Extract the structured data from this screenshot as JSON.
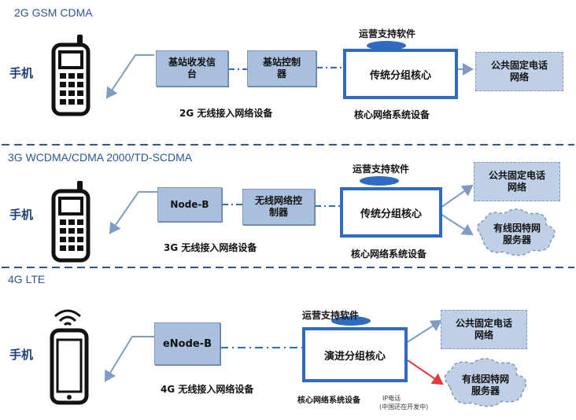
{
  "colors": {
    "accent": "#2f6bbf",
    "device_fill": "#a8c0de",
    "title_blue": "#2e5597",
    "arrow": "#7f9cc6",
    "ip_link": "#e23b3b"
  },
  "sections": [
    {
      "title": "2G GSM CDMA",
      "phone_label": "手机",
      "device1": "基站收发信台",
      "device2": "基站控制器",
      "access_label": "2G 无线接入网络设备",
      "ops_label": "运营支持软件",
      "core": "传统分组核心",
      "core_label": "核心网络系统设备",
      "public1": "公共固定电话网络"
    },
    {
      "title": "3G WCDMA/CDMA 2000/TD-SCDMA",
      "phone_label": "手机",
      "device1": "Node-B",
      "device2": "无线网络控制器",
      "access_label": "3G 无线接入网络设备",
      "ops_label": "运营支持软件",
      "core": "传统分组核心",
      "core_label": "核心网络系统设备",
      "public1": "公共固定电话网络",
      "cloud": "有线因特网服务器"
    },
    {
      "title": "4G LTE",
      "phone_label": "手机",
      "device1": "eNode-B",
      "access_label": "4G 无线接入网络设备",
      "ops_label": "运营支持软件",
      "core": "演进分组核心",
      "core_label": "核心网络系统设备",
      "ip_note": "IP电话",
      "ip_note2": "(中国还在开发中)",
      "public1": "公共固定电话网络",
      "cloud": "有线因特网服务器"
    }
  ]
}
